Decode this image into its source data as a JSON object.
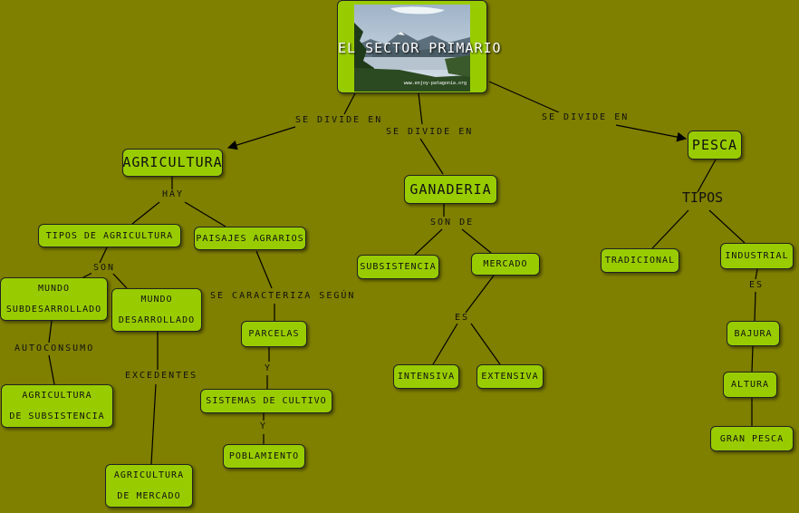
{
  "root": {
    "title": "EL SECTOR PRIMARIO",
    "photo_credit": "www.enjoy-patagonia.org"
  },
  "nodes": {
    "agricultura": "AGRICULTURA",
    "ganaderia": "GANADERIA",
    "pesca": "PESCA",
    "tipos_agricultura": "tipos de agricultura",
    "paisajes": "paisajes agrarios",
    "mundo_sub": [
      "mundo",
      "subdesarrollado"
    ],
    "mundo_des": [
      "mundo",
      "desarrollado"
    ],
    "agri_subs": [
      "agricultura",
      "de subsistencia"
    ],
    "agri_merc": [
      "agricultura",
      "de mercado"
    ],
    "parcelas": "parcelas",
    "sistemas": "sistemas de cultivo",
    "poblamiento": "poblamiento",
    "subsistencia": "subsistencia",
    "mercado": "mercado",
    "intensiva": "intensiva",
    "extensiva": "extensiva",
    "tradicional": "tradicional",
    "industrial": "industrial",
    "bajura": "bajura",
    "altura": "altura",
    "gran_pesca": "gran pesca"
  },
  "labels": {
    "se_divide_1": "se divide en",
    "se_divide_2": "se divide en",
    "se_divide_3": "se divide en",
    "hay": "hay",
    "son": "son",
    "autoconsumo": "autoconsumo",
    "excedentes": "excedentes",
    "se_caracteriza": "se caracteriza según",
    "y1": "y",
    "y2": "y",
    "son_de": "son de",
    "es1": "es",
    "tipos": "TIPOS",
    "es2": "es"
  }
}
